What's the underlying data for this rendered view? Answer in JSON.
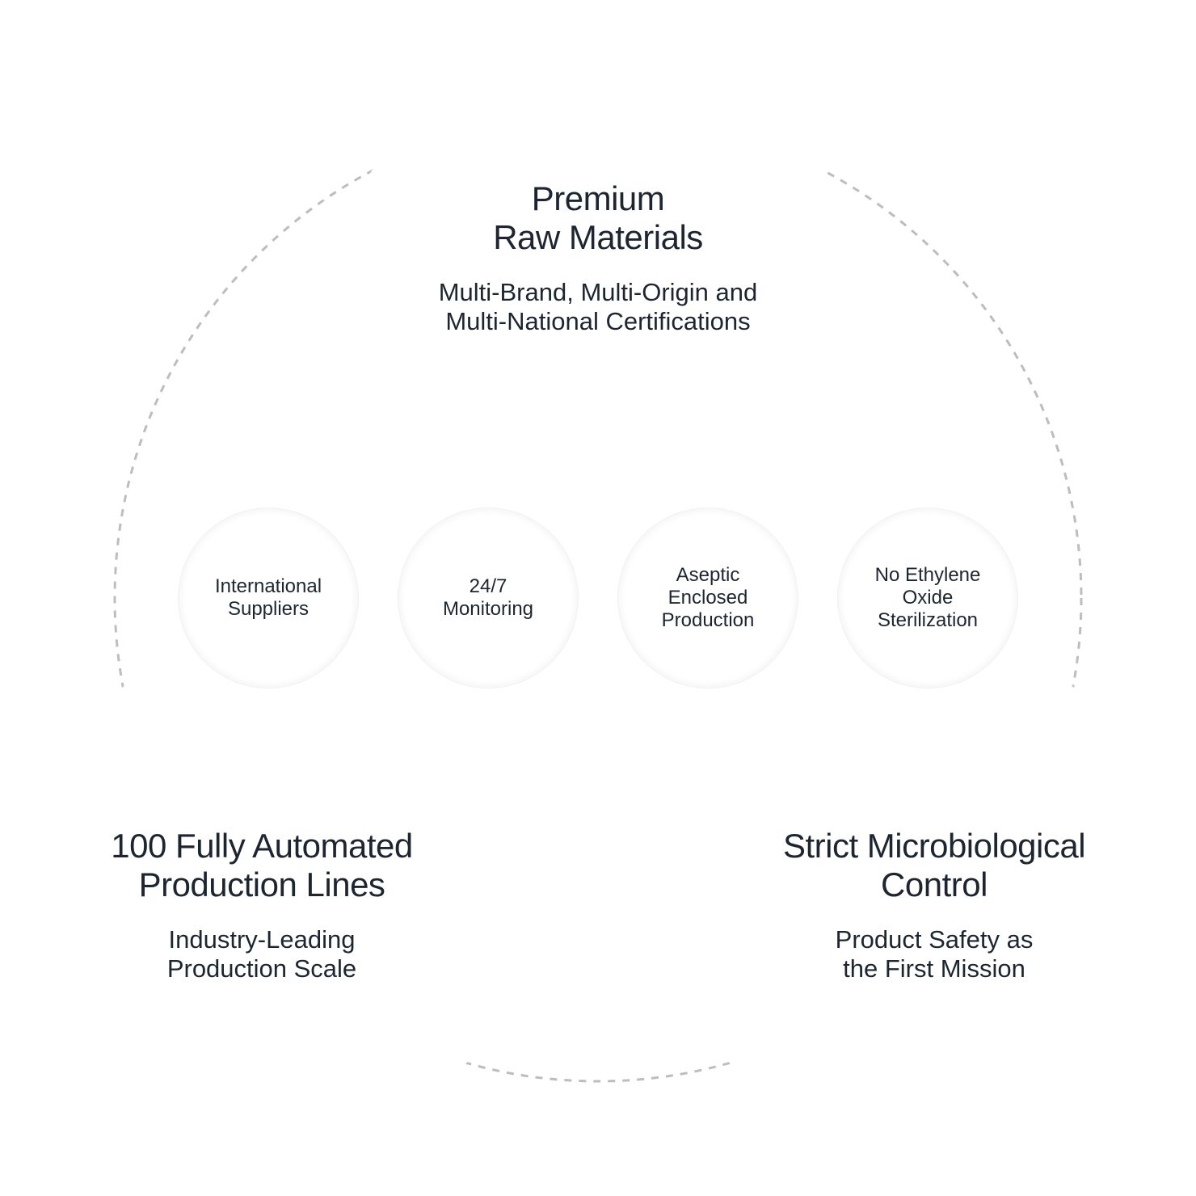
{
  "colors": {
    "ring_glow": "#27e83e",
    "dashed_ring": "#bdbdbd",
    "text": "#1d2630"
  },
  "top_circle": {
    "title": "Premium\nRaw Materials",
    "subtitle": "Multi-Brand, Multi-Origin and\nMulti-National Certifications"
  },
  "left_circle": {
    "title": "100 Fully Automated\nProduction Lines",
    "subtitle": "Industry-Leading\nProduction Scale"
  },
  "right_circle": {
    "title": "Strict Microbiological\nControl",
    "subtitle": "Product Safety as\nthe First Mission"
  },
  "small_circles": [
    {
      "label": "International\nSuppliers"
    },
    {
      "label": "24/7\nMonitoring"
    },
    {
      "label": "Aseptic\nEnclosed\nProduction"
    },
    {
      "label": "No Ethylene\nOxide\nSterilization"
    }
  ]
}
